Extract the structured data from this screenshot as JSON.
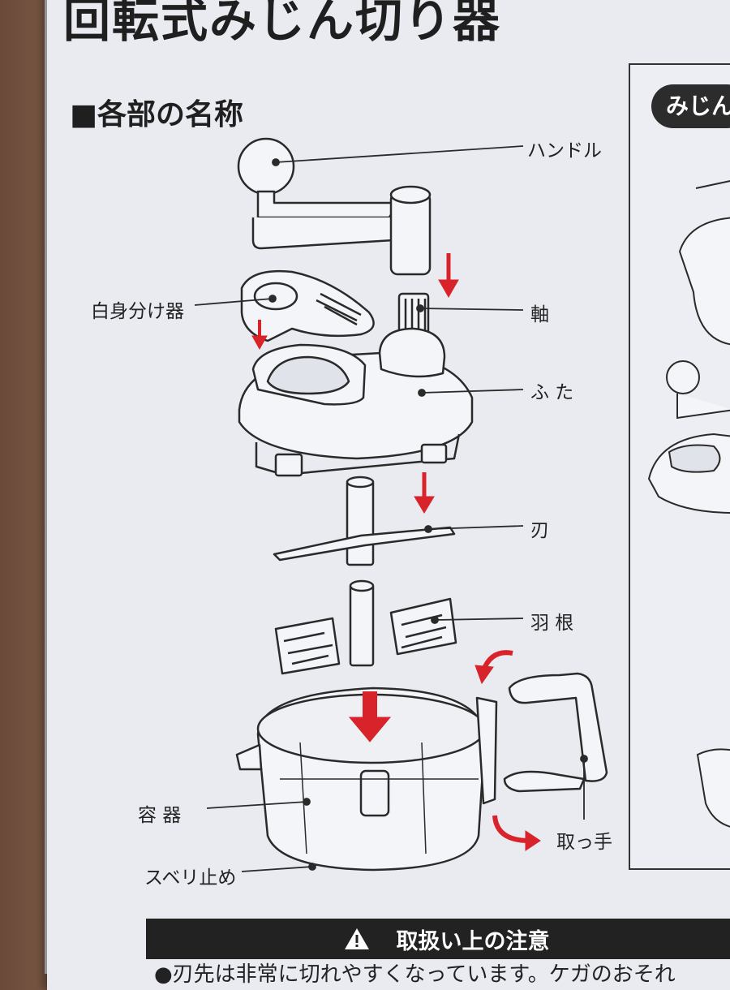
{
  "title": "回転式みじん切り器",
  "section_heading": "■各部の名称",
  "right_panel_pill": "みじん",
  "parts": {
    "handle": "ハンドル",
    "egg_separator": "白身分け器",
    "shaft": "軸",
    "lid": "ふ た",
    "blade": "刃",
    "paddle": "羽 根",
    "container": "容 器",
    "grip": "取っ手",
    "non_slip": "スベリ止め"
  },
  "caution": {
    "heading": "取扱い上の注意",
    "text": "●刃先は非常に切れやすくなっています。ケガのおそれ"
  },
  "colors": {
    "arrow": "#d8232a",
    "line": "#2a2a2a",
    "label_text": "#222222"
  }
}
